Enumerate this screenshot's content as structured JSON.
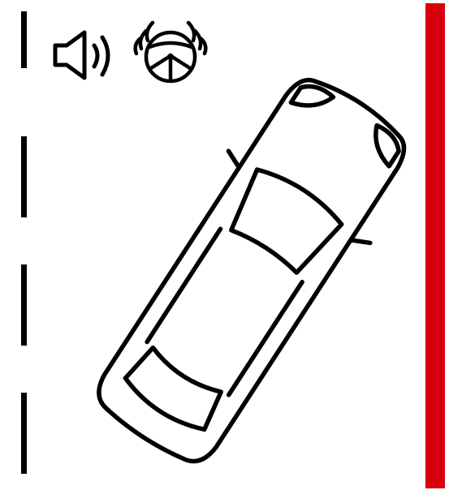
{
  "diagram": {
    "lane_marking": {
      "style": "dashed",
      "color": "#000000"
    },
    "road_boundary": {
      "color": "#d8000c"
    },
    "icons": [
      {
        "name": "speaker-sound-icon",
        "meaning": "audible-warning"
      },
      {
        "name": "steering-wheel-vibration-icon",
        "meaning": "haptic-steering-warning"
      }
    ],
    "vehicle": {
      "view": "top-down",
      "outline_color": "#000000"
    }
  }
}
